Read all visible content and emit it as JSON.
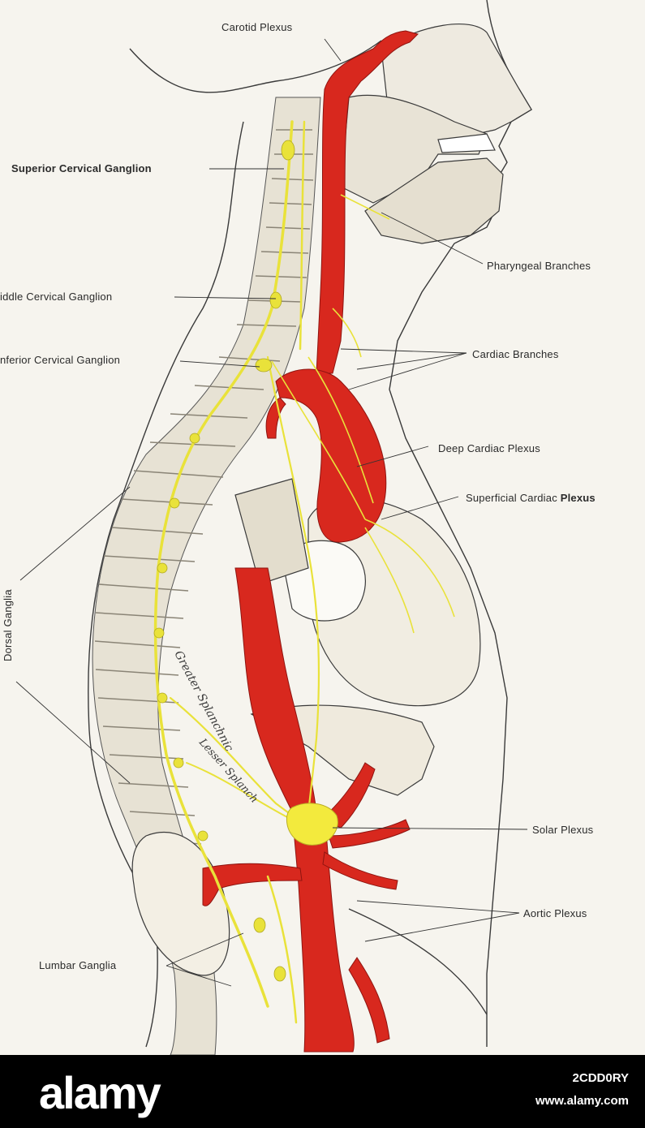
{
  "labels": {
    "carotid_plexus": "Carotid Plexus",
    "superior_cervical_ganglion": "Superior Cervical Ganglion",
    "middle_cervical_ganglion": "iddle Cervical Ganglion",
    "inferior_cervical_ganglion": "nferior Cervical Ganglion",
    "pharyngeal_branches": "Pharyngeal Branches",
    "cardiac_branches": "Cardiac Branches",
    "deep_cardiac_plexus": "Deep Cardiac Plexus",
    "superficial_cardiac_plexus": "Superficial Cardiac",
    "superficial_cardiac_plexus_bold": "Plexus",
    "dorsal_ganglia": "Dorsal Ganglia",
    "solar_plexus": "Solar Plexus",
    "aortic_plexus": "Aortic Plexus",
    "lumbar_ganglia": "Lumbar Ganglia",
    "greater_splanchnic": "Greater Splanchnic",
    "lesser_splanchnic": "Lesser Splanch"
  },
  "footer": {
    "brand": "alamy",
    "image_code": "2CDD0RY",
    "url": "www.alamy.com"
  },
  "colors": {
    "artery": "#d8281e",
    "nerve": "#e9e23a",
    "line": "#3a3a3a",
    "background": "#f6f4ee",
    "footer": "#000000"
  }
}
